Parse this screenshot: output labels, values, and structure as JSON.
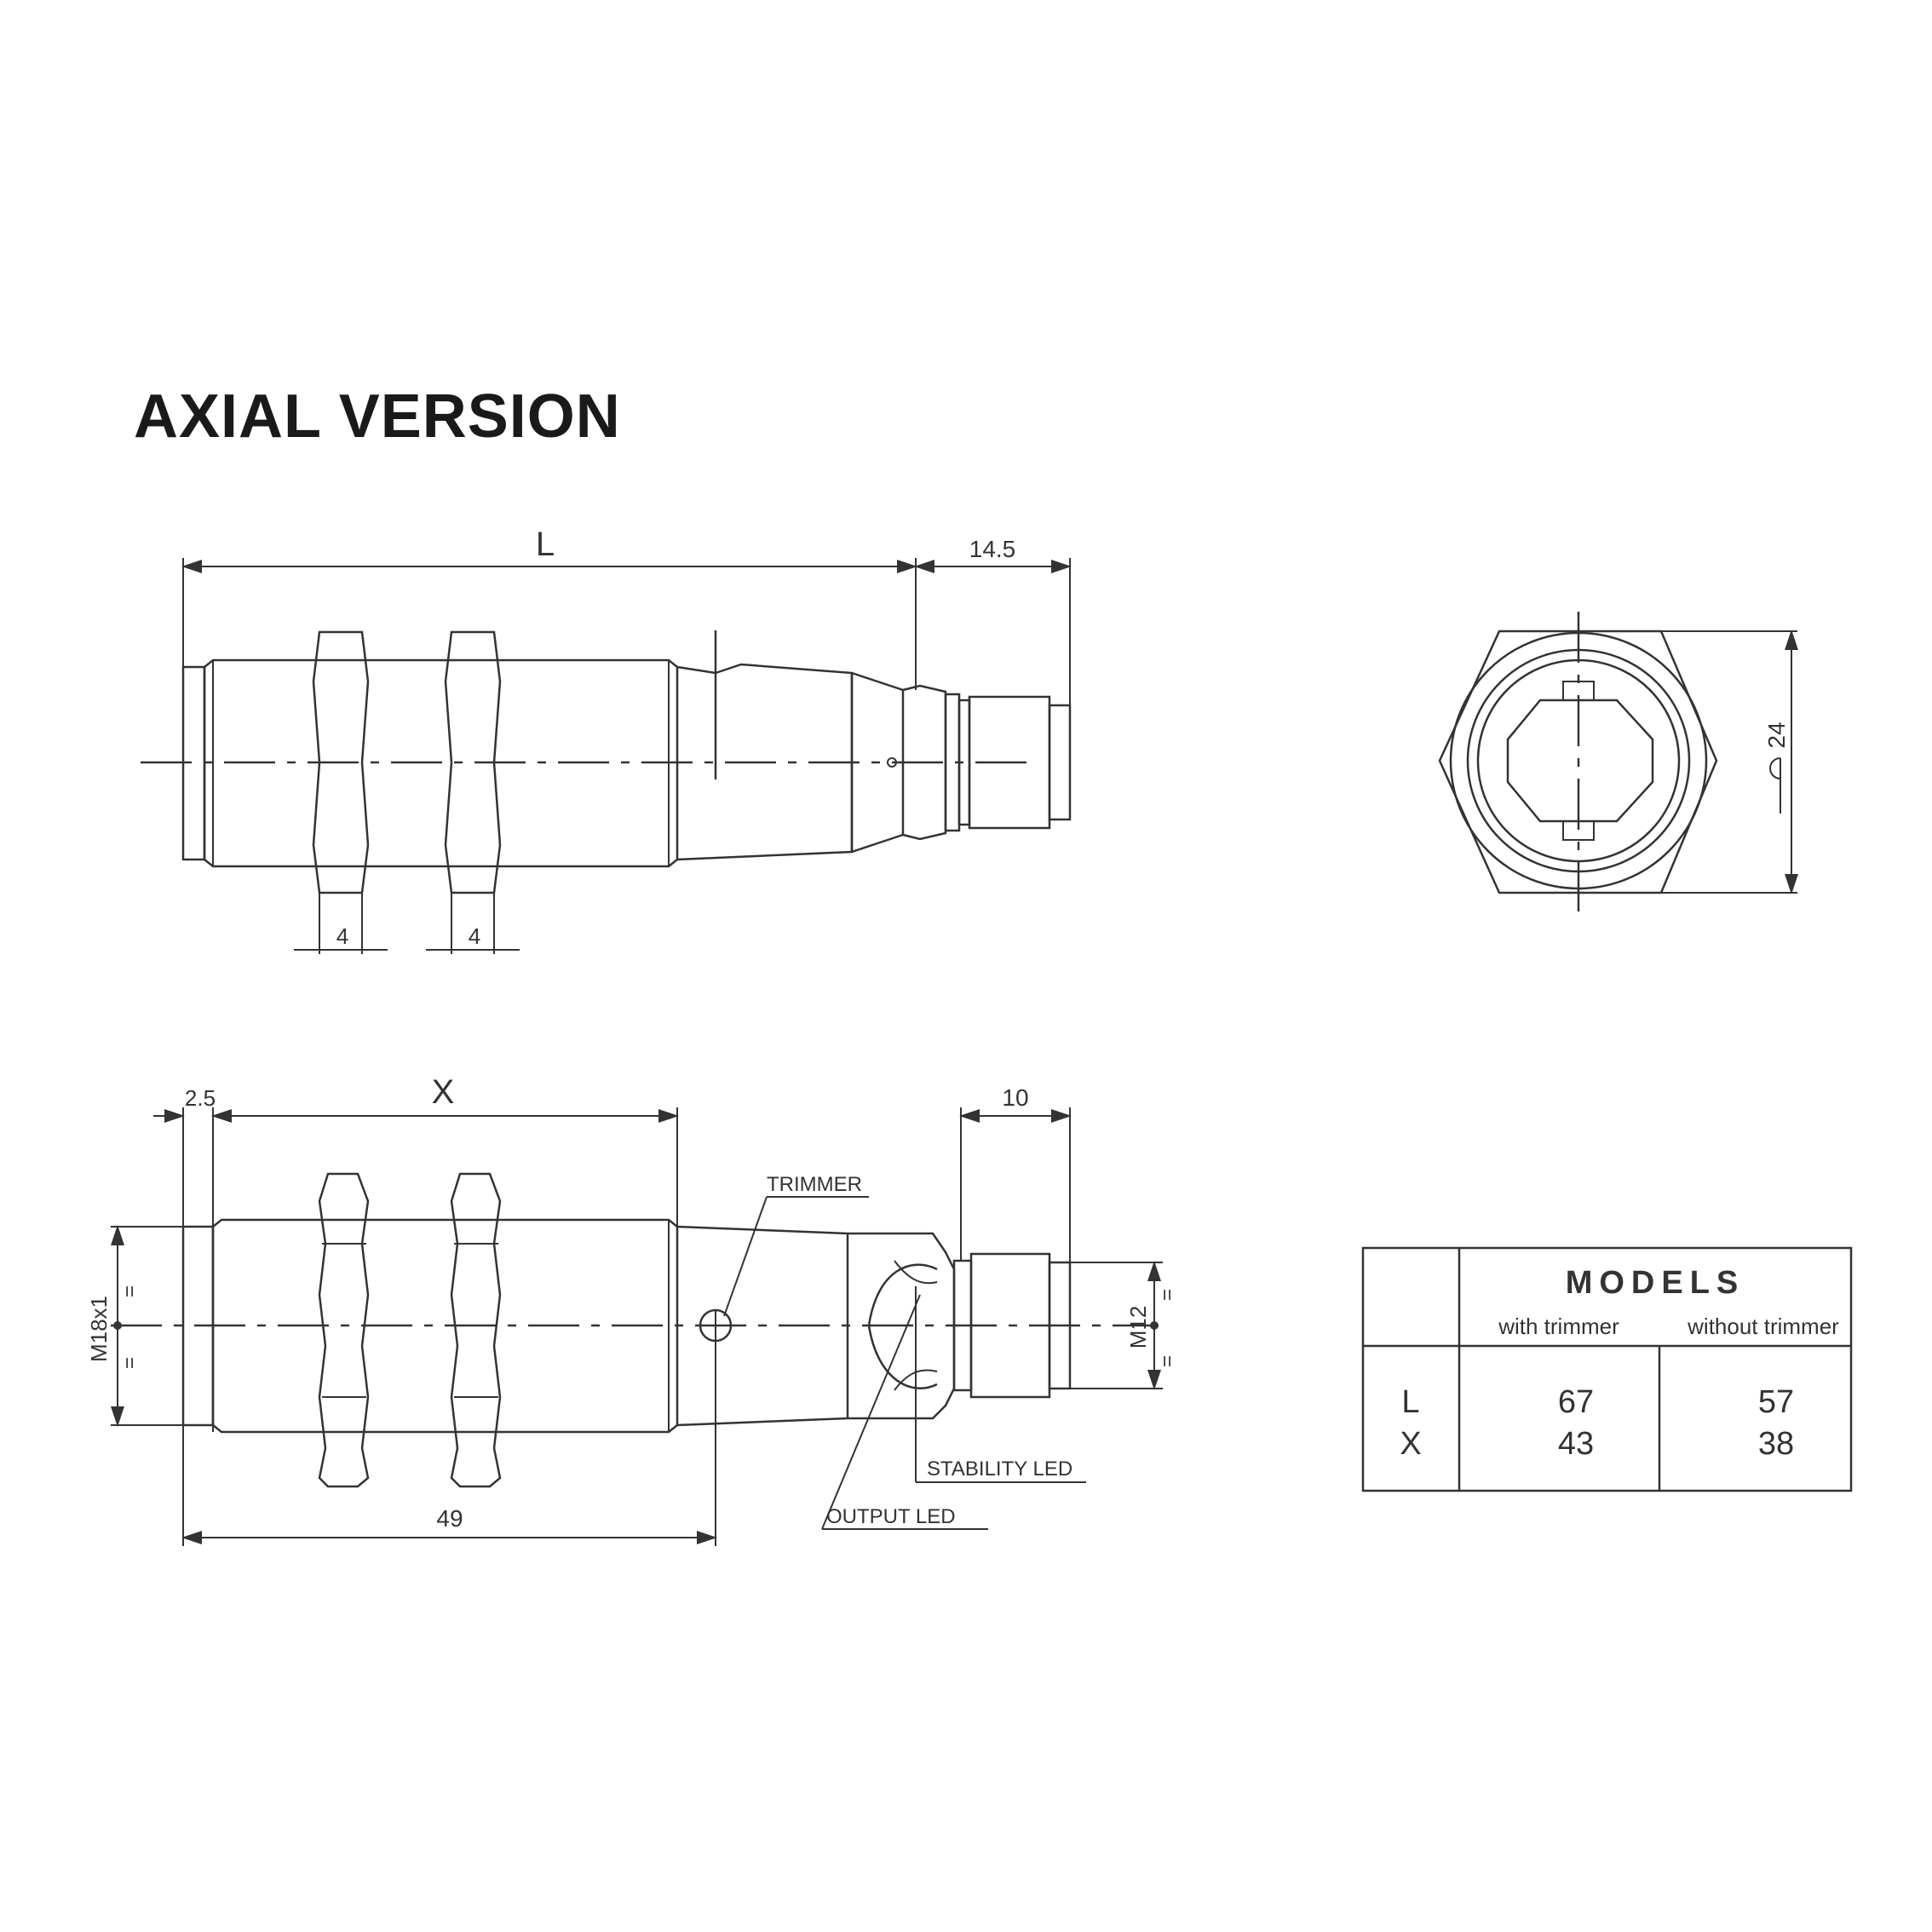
{
  "title": "AXIAL VERSION",
  "top_view": {
    "dim_L": "L",
    "dim_14_5": "14.5",
    "nut_width_1": "4",
    "nut_width_2": "4"
  },
  "end_view": {
    "dim_24": "24"
  },
  "side_view": {
    "dim_2_5": "2.5",
    "dim_X": "X",
    "dim_10": "10",
    "dim_49": "49",
    "thread_m18": "M18x1",
    "thread_m12": "M12",
    "eq": "=",
    "callout_trimmer": "TRIMMER",
    "callout_stability_led": "STABILITY LED",
    "callout_output_led": "OUTPUT LED"
  },
  "models_table": {
    "header": "MODELS",
    "col_with": "with trimmer",
    "col_without": "without trimmer",
    "rows": [
      {
        "label": "L",
        "with": "67",
        "without": "57"
      },
      {
        "label": "X",
        "with": "43",
        "without": "38"
      }
    ]
  }
}
